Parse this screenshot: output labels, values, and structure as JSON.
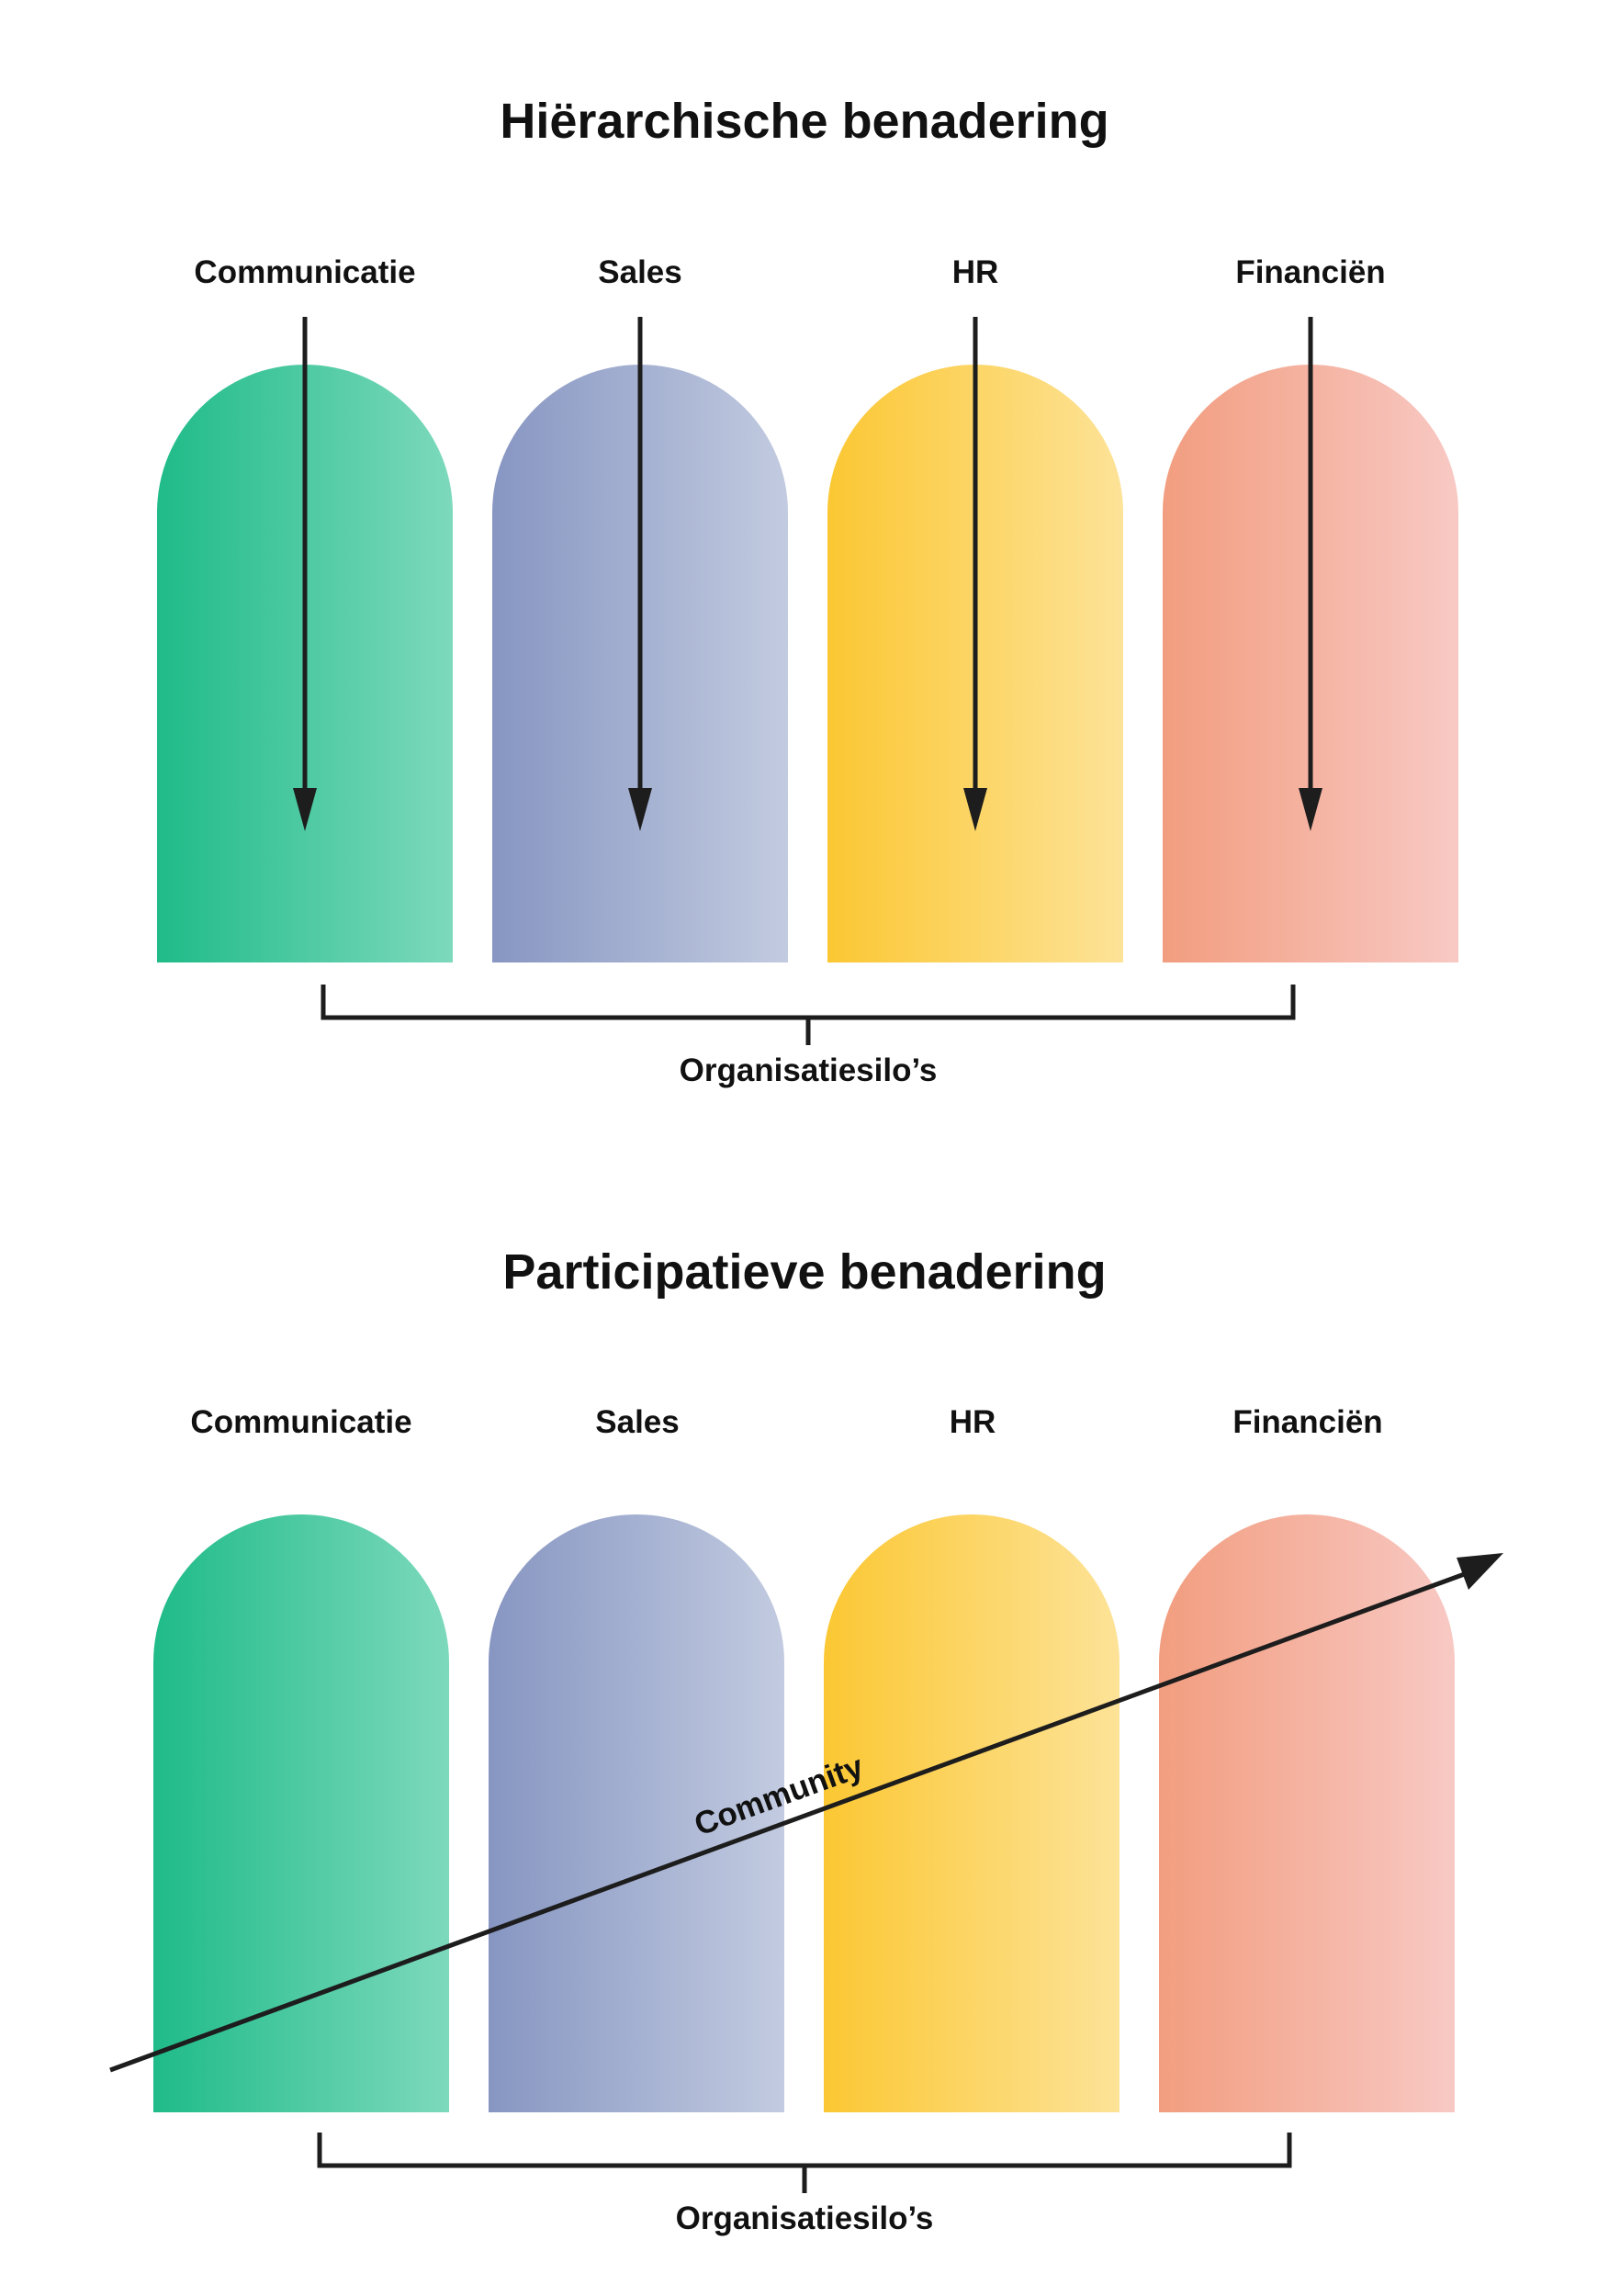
{
  "colors": {
    "communicatie": [
      "#1fbb88",
      "#7dd9bc"
    ],
    "sales": [
      "#8796c2",
      "#c2cbe0"
    ],
    "hr": [
      "#fbc733",
      "#fde398"
    ],
    "financien": [
      "#f29d7f",
      "#f8c9c4"
    ],
    "ink": "#1d1d1d"
  },
  "sections": [
    {
      "title": "Hiërarchische benadering",
      "columns": [
        {
          "label": "Communicatie",
          "arrow": "down-arrow-icon"
        },
        {
          "label": "Sales",
          "arrow": "down-arrow-icon"
        },
        {
          "label": "HR",
          "arrow": "down-arrow-icon"
        },
        {
          "label": "Financiën",
          "arrow": "down-arrow-icon"
        }
      ],
      "bracket_label": "Organisatiesilo’s"
    },
    {
      "title": "Participatieve benadering",
      "columns": [
        {
          "label": "Communicatie"
        },
        {
          "label": "Sales"
        },
        {
          "label": "HR"
        },
        {
          "label": "Financiën"
        }
      ],
      "bracket_label": "Organisatiesilo’s",
      "cross_arrow_label": "Community"
    }
  ]
}
